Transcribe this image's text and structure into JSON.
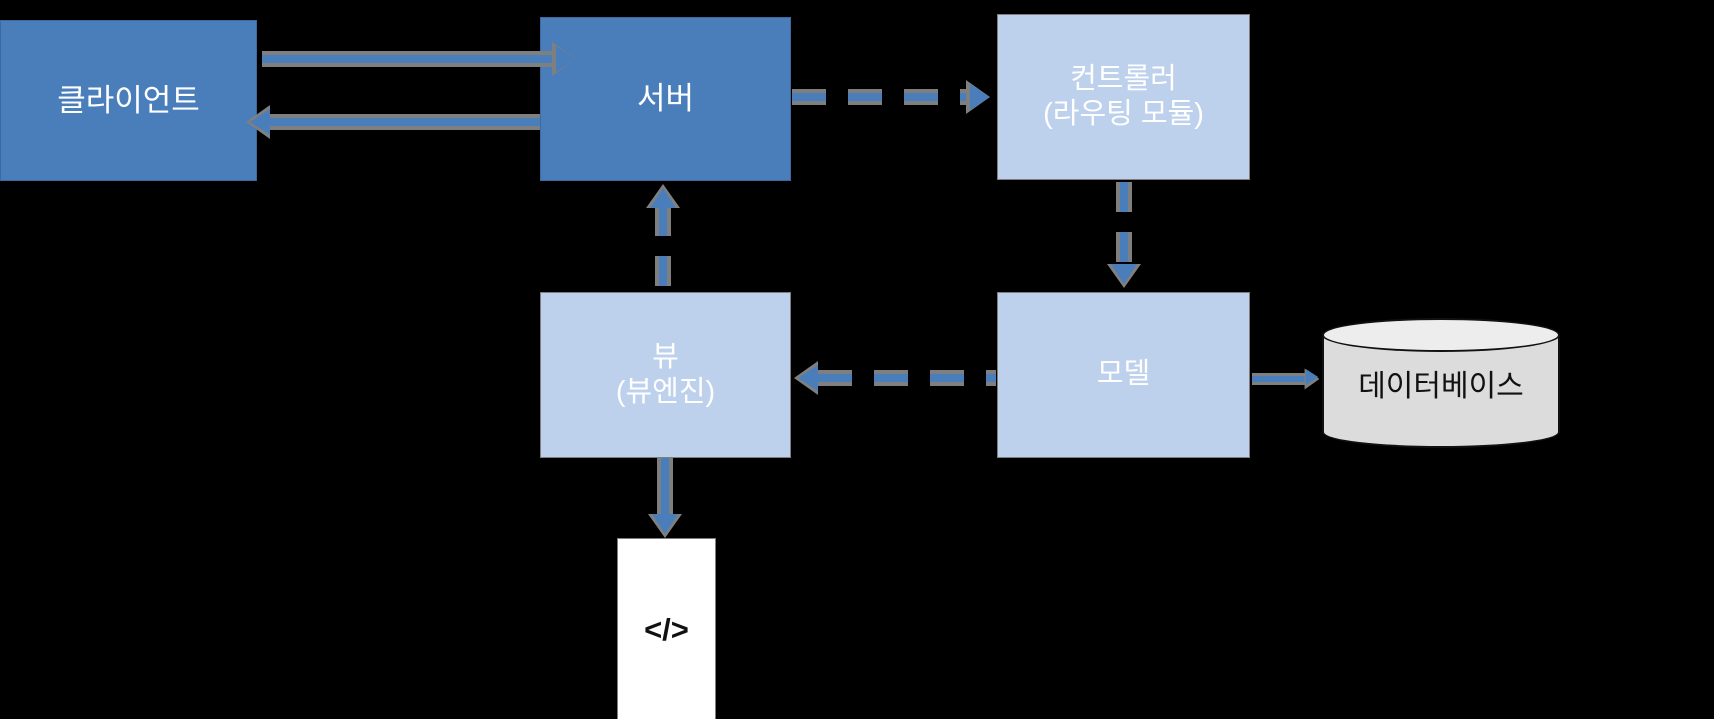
{
  "diagram": {
    "title": "MVC web architecture flow",
    "background_color": "#000000",
    "palette": {
      "dark_blue": "#4A7EBB",
      "light_blue": "#BDD0EC",
      "connector_blue": "#4A7EBB",
      "connector_halo_gray": "#7F7F7F",
      "database_gray": "#DCDCDC",
      "code_white": "#FFFFFF",
      "text_white": "#FFFFFF",
      "text_black": "#111111"
    },
    "nodes": [
      {
        "id": "client",
        "label": "클라이언트",
        "shape": "rectangle",
        "fill": "dark_blue",
        "text_color": "#FFFFFF"
      },
      {
        "id": "server",
        "label": "서버",
        "shape": "rectangle",
        "fill": "dark_blue",
        "text_color": "#FFFFFF"
      },
      {
        "id": "controller",
        "label": "컨트롤러\n(라우팅 모듈)",
        "shape": "rectangle",
        "fill": "light_blue",
        "text_color": "#FFFFFF"
      },
      {
        "id": "view",
        "label": "뷰\n(뷰엔진)",
        "shape": "rectangle",
        "fill": "light_blue",
        "text_color": "#FFFFFF"
      },
      {
        "id": "model",
        "label": "모델",
        "shape": "rectangle",
        "fill": "light_blue",
        "text_color": "#FFFFFF"
      },
      {
        "id": "database",
        "label": "데이터베이스",
        "shape": "cylinder",
        "fill": "database_gray",
        "text_color": "#111111"
      },
      {
        "id": "code",
        "label": "</>",
        "shape": "rectangle",
        "fill": "code_white",
        "text_color": "#111111"
      }
    ],
    "edges": [
      {
        "id": "client-to-server",
        "from": "client",
        "to": "server",
        "style": "solid",
        "direction": "right"
      },
      {
        "id": "server-to-client",
        "from": "server",
        "to": "client",
        "style": "solid",
        "direction": "left"
      },
      {
        "id": "server-to-controller",
        "from": "server",
        "to": "controller",
        "style": "dashed",
        "direction": "right"
      },
      {
        "id": "controller-to-model",
        "from": "controller",
        "to": "model",
        "style": "dashed",
        "direction": "down"
      },
      {
        "id": "model-to-view",
        "from": "model",
        "to": "view",
        "style": "dashed",
        "direction": "left"
      },
      {
        "id": "view-to-server",
        "from": "view",
        "to": "server",
        "style": "dashed",
        "direction": "up"
      },
      {
        "id": "model-to-database",
        "from": "model",
        "to": "database",
        "style": "solid",
        "direction": "right"
      },
      {
        "id": "view-to-code",
        "from": "view",
        "to": "code",
        "style": "solid",
        "direction": "down"
      }
    ]
  }
}
